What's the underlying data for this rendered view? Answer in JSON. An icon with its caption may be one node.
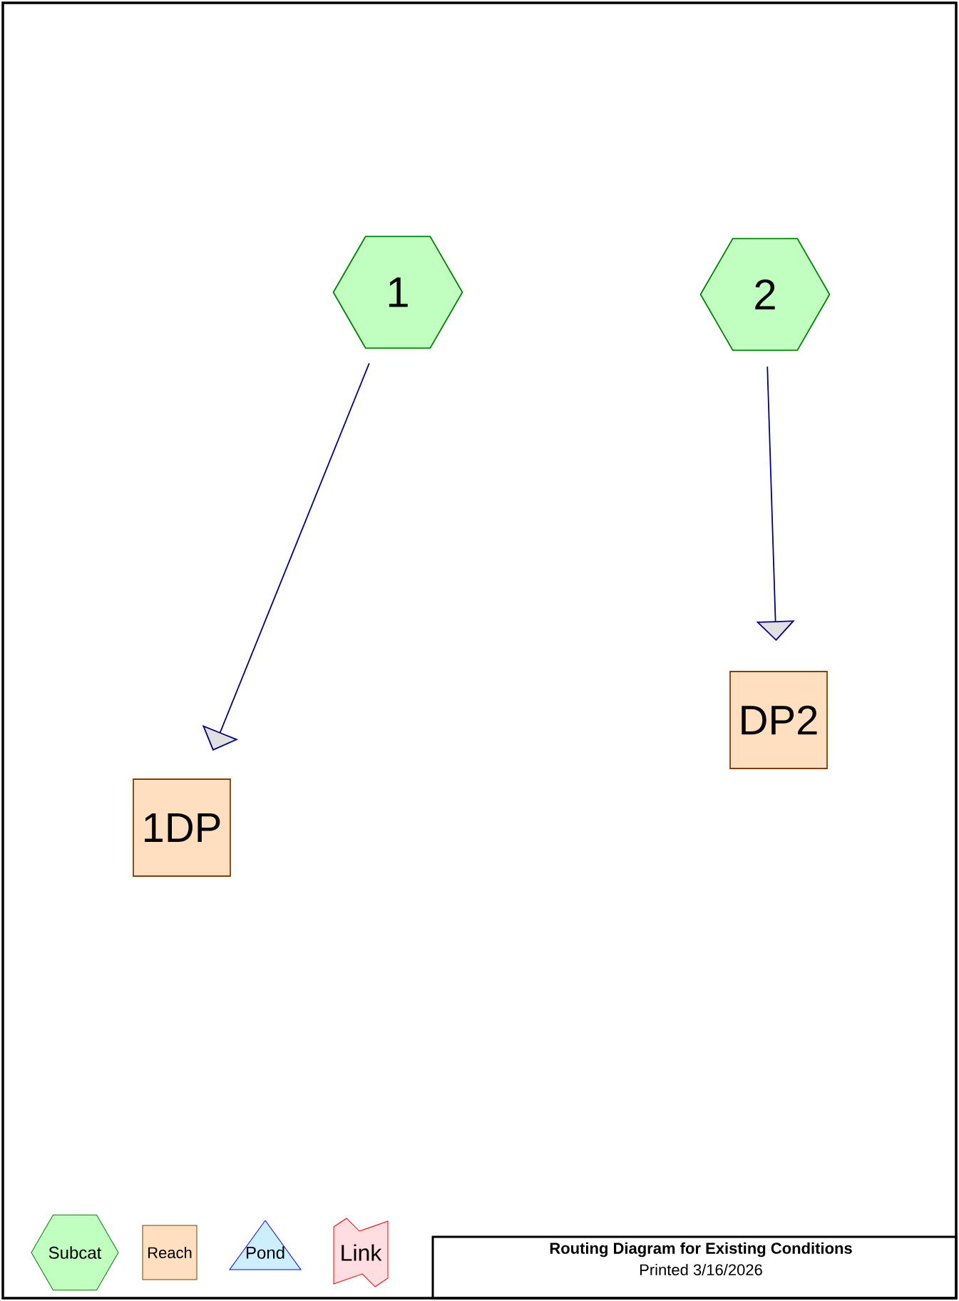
{
  "diagram": {
    "title": "Routing Diagram for Existing Conditions",
    "nodes": [
      {
        "text": [
          "1"
        ]
      },
      {
        "text": [
          "2"
        ]
      },
      {
        "text": [
          "1DP"
        ]
      },
      {
        "text": [
          "DP2"
        ]
      }
    ],
    "edges": [
      {
        "from": 0,
        "to": 2,
        "arrow": "to"
      },
      {
        "from": 1,
        "to": 3,
        "arrow": "to"
      }
    ],
    "labels": [
      "Printed 3/16/2026"
    ],
    "legend": [
      {
        "text": "Subcat"
      },
      {
        "text": "Reach"
      },
      {
        "text": "Pond"
      },
      {
        "text": "Link"
      }
    ]
  }
}
